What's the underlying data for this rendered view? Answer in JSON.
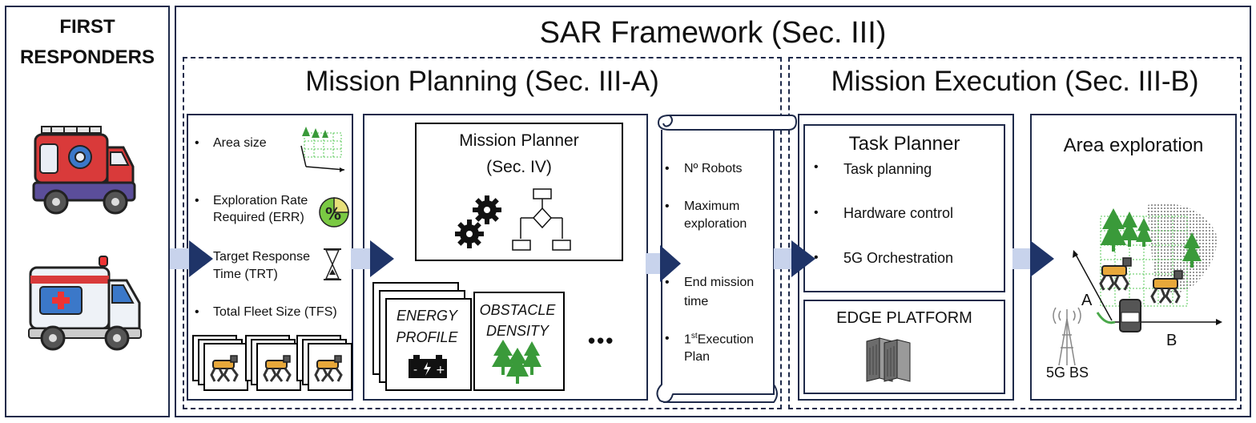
{
  "responders": {
    "title_line1": "FIRST",
    "title_line2": "RESPONDERS",
    "vehicles": [
      "fire-truck-icon",
      "ambulance-icon"
    ]
  },
  "framework": {
    "title": "SAR Framework (Sec. III)"
  },
  "planning": {
    "title": "Mission Planning (Sec. III-A)",
    "inputs": [
      {
        "label": "Area size",
        "icon": "area-grid-icon"
      },
      {
        "label_line1": "Exploration Rate",
        "label_line2": "Required (ERR)",
        "icon": "percent-pie-icon"
      },
      {
        "label_line1": "Target Response",
        "label_line2": "Time (TRT)",
        "icon": "hourglass-icon"
      },
      {
        "label": "Total Fleet  Size (TFS)",
        "icon": "robot-fleet-icon"
      }
    ],
    "planner_title_line1": "Mission Planner",
    "planner_title_line2": "(Sec. IV)",
    "profiles": [
      {
        "line1": "ENERGY",
        "line2": "PROFILE",
        "icon": "battery-icon"
      },
      {
        "line1": "OBSTACLE",
        "line2": "DENSITY",
        "icon": "trees-icon"
      }
    ],
    "ellipsis": "•••"
  },
  "scroll": {
    "items": [
      {
        "line1": "Nº Robots"
      },
      {
        "line1": "Maximum",
        "line2": "exploration"
      },
      {
        "line1": "End mission",
        "line2": "time"
      },
      {
        "line1_base": "1",
        "line1_sup": "st",
        "line1_rest": "Execution",
        "line2": "Plan"
      }
    ]
  },
  "execution": {
    "title": "Mission Execution (Sec. III-B)",
    "task_planner_title": "Task Planner",
    "task_items": [
      "Task planning",
      "Hardware control",
      "5G Orchestration"
    ],
    "edge_title": "EDGE PLATFORM",
    "area_title": "Area exploration",
    "label_a": "A",
    "label_b": "B",
    "bs_label": "5G BS"
  },
  "colors": {
    "arrow": "#1f3468",
    "frame": "#1e2a4a",
    "tree": "#3a9a3a",
    "grid": "#5ac85a"
  }
}
